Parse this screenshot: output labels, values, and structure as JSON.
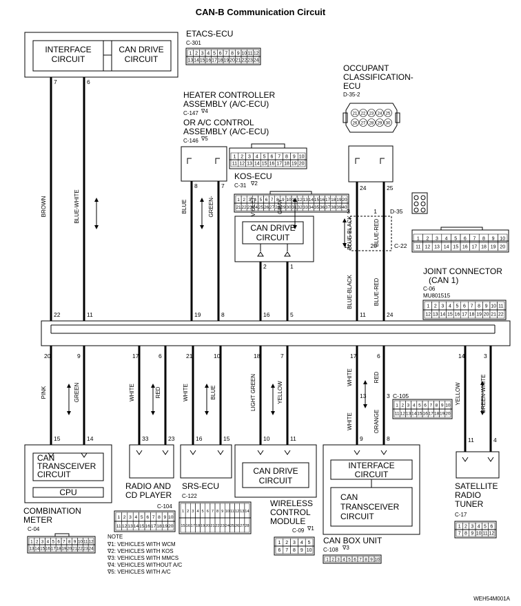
{
  "title": "CAN-B Communication Circuit",
  "figure_id": "WEH54M001A",
  "notes": {
    "heading": "NOTE",
    "items": [
      "∇1: VEHICLES WITH WCM",
      "∇2: VEHICLES WITH KOS",
      "∇3: VEHICLES WITH MMCS",
      "∇4: VEHICLES WITHOUT A/C",
      "∇5: VEHICLES WITH A/C"
    ]
  },
  "top_components": {
    "etacs": {
      "name": "ETACS-ECU",
      "connector": "C-301",
      "interface_line1": "INTERFACE",
      "interface_line2": "CIRCUIT",
      "can_drive_line1": "CAN DRIVE",
      "can_drive_line2": "CIRCUIT",
      "pins": [
        "7",
        "6"
      ],
      "joint_pins": [
        "22",
        "11"
      ],
      "wires": [
        "BROWN",
        "BLUE-WHITE"
      ]
    },
    "heater": {
      "line1": "HEATER CONTROLLER",
      "line2": "ASSEMBLY (A/C-ECU)",
      "connector1": "C-147",
      "mark1": "∇4",
      "line3": "OR A/C CONTROL",
      "line4": "ASSEMBLY (A/C-ECU)",
      "connector2": "C-146",
      "mark2": "∇5",
      "pins": [
        "8",
        "7"
      ],
      "joint_pins": [
        "19",
        "8"
      ],
      "wires": [
        "BLUE",
        "GREEN-"
      ]
    },
    "kos": {
      "name": "KOS-ECU",
      "connector": "C-31",
      "mark": "∇2",
      "circuit_line1": "CAN DRIVE",
      "circuit_line2": "CIRCUIT",
      "pins": [
        "2",
        "1"
      ],
      "joint_pins": [
        "16",
        "5"
      ],
      "wires": [
        "VIOLET",
        "GRAY"
      ]
    },
    "occupant": {
      "line1": "OCCUPANT",
      "line2": "CLASSIFICATION-",
      "line3": "ECU",
      "connector": "D-35-2",
      "pins": [
        "24",
        "25"
      ],
      "d35_pins": [
        "3",
        "1"
      ],
      "d35_label": "D-35",
      "c22_pins": [
        "11",
        "20"
      ],
      "c22_label": "C-22",
      "joint_pins": [
        "11",
        "24"
      ],
      "wires_upper": [
        "BLUE-BLACK",
        "BLUE-RED"
      ],
      "wires_lower": [
        "BLUE-BLACK",
        "BLUE-RED"
      ]
    },
    "joint": {
      "line1": "JOINT CONNECTOR",
      "line2": "(CAN 1)",
      "connector": "C-06",
      "part": "MU801515"
    }
  },
  "bottom_components": {
    "meter": {
      "line1": "COMBINATION",
      "line2": "METER",
      "connector": "C-04",
      "transceiver_line1": "CAN",
      "transceiver_line2": "TRANSCEIVER",
      "transceiver_line3": "CIRCUIT",
      "cpu": "CPU",
      "joint_pins": [
        "20",
        "9"
      ],
      "pins": [
        "15",
        "14"
      ],
      "wires": [
        "PINK",
        "GREEN"
      ]
    },
    "radio": {
      "line1": "RADIO AND",
      "line2": "CD PLAYER",
      "connector": "C-104",
      "joint_pins": [
        "17",
        "6"
      ],
      "pins": [
        "33",
        "23"
      ],
      "wires": [
        "WHITE",
        "RED"
      ]
    },
    "srs": {
      "name": "SRS-ECU",
      "connector": "C-122",
      "joint_pins": [
        "21",
        "10"
      ],
      "pins": [
        "16",
        "15"
      ],
      "wires": [
        "WHITE",
        "BLUE"
      ]
    },
    "wireless": {
      "line1": "WIRELESS",
      "line2": "CONTROL",
      "line3": "MODULE",
      "connector": "C-09",
      "mark": "∇1",
      "circuit_line1": "CAN DRIVE",
      "circuit_line2": "CIRCUIT",
      "joint_pins": [
        "18",
        "7"
      ],
      "pins": [
        "10",
        "11"
      ],
      "wires": [
        "LIGHT GREEN",
        "YELLOW"
      ]
    },
    "canbox": {
      "name": "CAN BOX UNIT",
      "connector": "C-108",
      "mark": "∇3",
      "interface_line1": "INTERFACE",
      "interface_line2": "CIRCUIT",
      "transceiver_line1": "CAN",
      "transceiver_line2": "TRANSCEIVER",
      "transceiver_line3": "CIRCUIT",
      "joint_pins": [
        "17",
        "6"
      ],
      "mid_pins": [
        "13",
        "3"
      ],
      "mid_label": "C-105",
      "pins": [
        "9",
        "8"
      ],
      "wires_upper": [
        "WHITE",
        "RED"
      ],
      "wires_lower": [
        "WHITE",
        "ORANGE"
      ]
    },
    "satellite": {
      "line1": "SATELLITE",
      "line2": "RADIO",
      "line3": "TUNER",
      "connector": "C-17",
      "joint_pins": [
        "14",
        "3"
      ],
      "pins": [
        "11",
        "4"
      ],
      "wires": [
        "YELLOW",
        "GREEN-WHITE"
      ]
    }
  }
}
